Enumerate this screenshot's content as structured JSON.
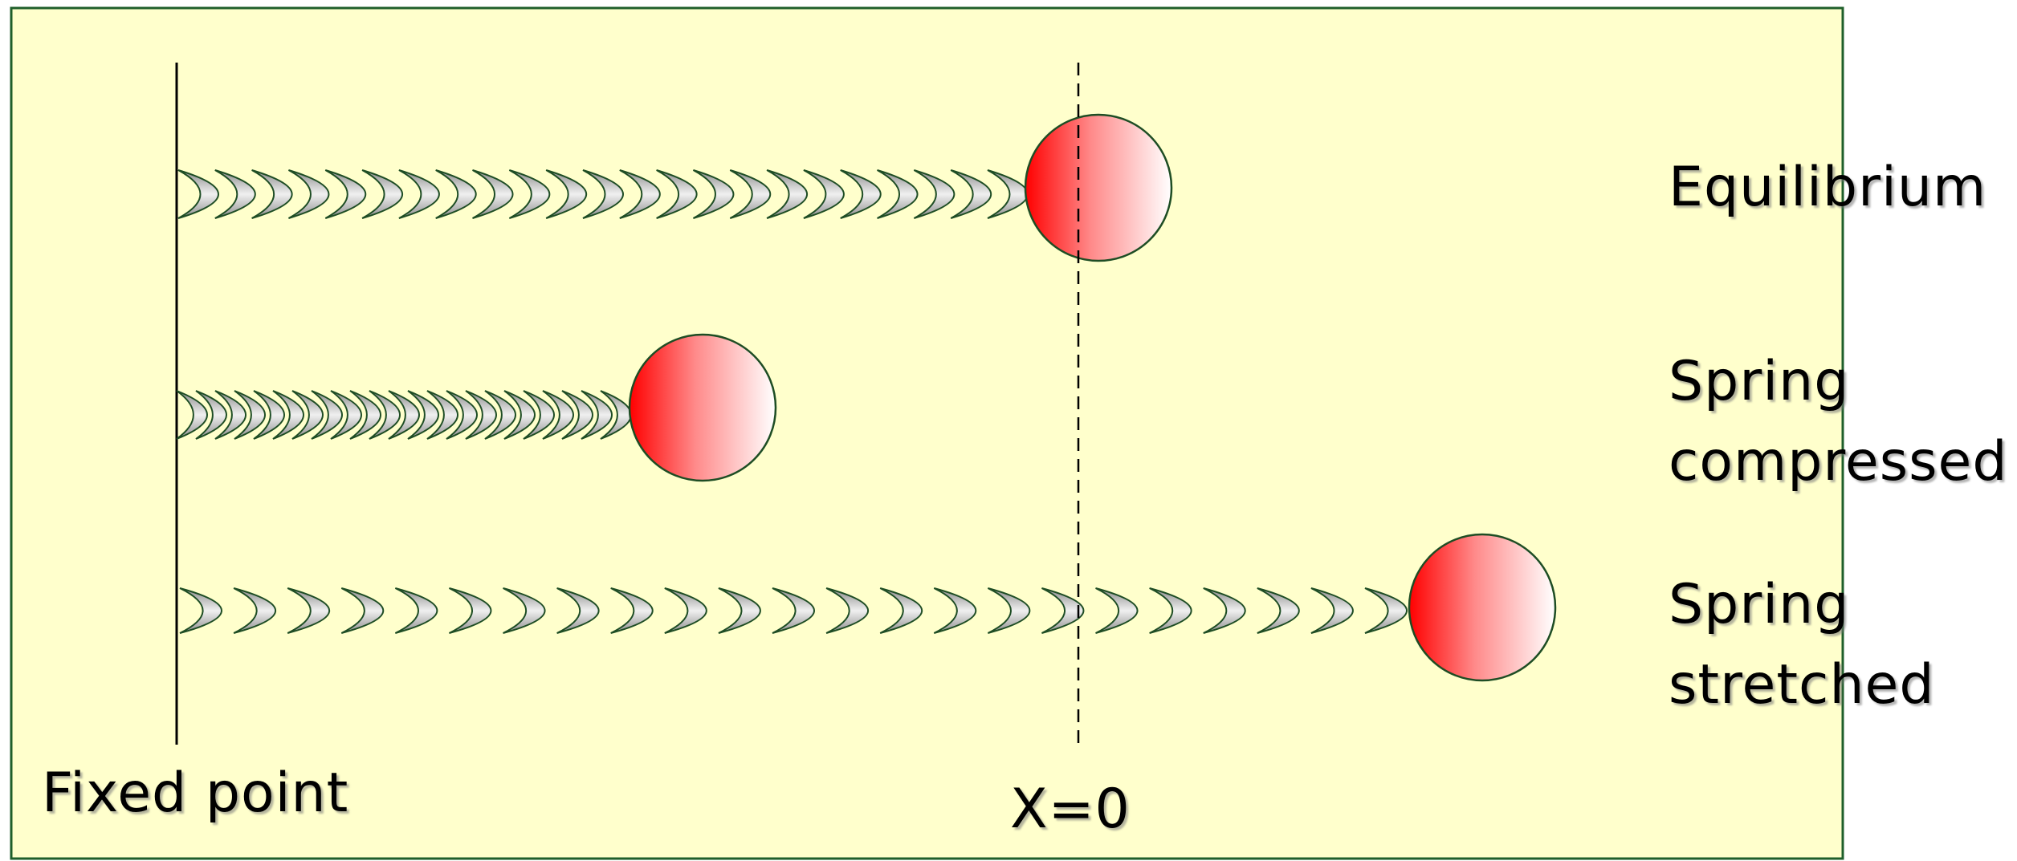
{
  "labels": {
    "equilibrium": "Equilibrium",
    "compressed_line1": "Spring",
    "compressed_line2": "compressed",
    "stretched_line1": "Spring",
    "stretched_line2": "stretched",
    "fixed_point": "Fixed point",
    "origin": "X=0"
  },
  "springs": [
    {
      "state": "equilibrium",
      "coils": 23
    },
    {
      "state": "compressed",
      "coils": 23
    },
    {
      "state": "stretched",
      "coils": 23
    }
  ],
  "colors": {
    "panel_fill": "#FFFFCC",
    "panel_border": "#1F5F2A",
    "coil_stroke": "#1E4D24",
    "mass_stroke": "#1E4D24",
    "mass_red": "#FF0000",
    "mass_light": "#FFFFFF"
  }
}
